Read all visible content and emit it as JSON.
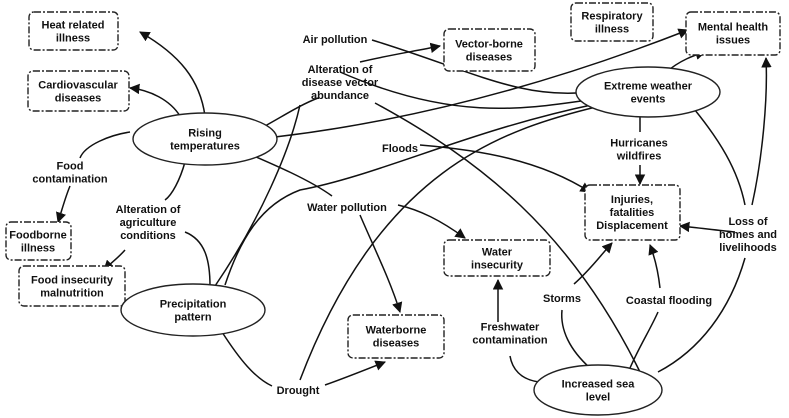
{
  "nodes": {
    "heat_related_illness": [
      "Heat related",
      "illness"
    ],
    "cardiovascular_diseases": [
      "Cardiovascular",
      "diseases"
    ],
    "foodborne_illness": [
      "Foodborne",
      "illness"
    ],
    "food_insecurity": [
      "Food insecurity",
      "malnutrition"
    ],
    "vector_borne_diseases": [
      "Vector-borne",
      "diseases"
    ],
    "respiratory_illness": [
      "Respiratory",
      "illness"
    ],
    "mental_health_issues": [
      "Mental health",
      "issues"
    ],
    "injuries": [
      "Injuries,",
      "fatalities",
      "Displacement"
    ],
    "water_insecurity": [
      "Water",
      "insecurity"
    ],
    "waterborne_diseases": [
      "Waterborne",
      "diseases"
    ],
    "rising_temperatures": [
      "Rising",
      "temperatures"
    ],
    "precipitation_pattern": [
      "Precipitation",
      "pattern"
    ],
    "extreme_weather_events": [
      "Extreme weather",
      "events"
    ],
    "increased_sea_level": [
      "Increased sea",
      "level"
    ]
  },
  "labels": {
    "air_pollution": [
      "Air pollution"
    ],
    "alteration_vector": [
      "Alteration of",
      "disease vector",
      "abundance"
    ],
    "food_contamination": [
      "Food",
      "contamination"
    ],
    "alteration_agriculture": [
      "Alteration of",
      "agriculture",
      "conditions"
    ],
    "floods": [
      "Floods"
    ],
    "water_pollution": [
      "Water  pollution"
    ],
    "hurricanes_wildfires": [
      "Hurricanes",
      "wildfires"
    ],
    "loss_of_homes": [
      "Loss of",
      "homes and",
      "livelihoods"
    ],
    "storms": [
      "Storms"
    ],
    "coastal_flooding": [
      "Coastal flooding"
    ],
    "freshwater_contamination": [
      "Freshwater",
      "contamination"
    ],
    "drought": [
      "Drought"
    ]
  }
}
